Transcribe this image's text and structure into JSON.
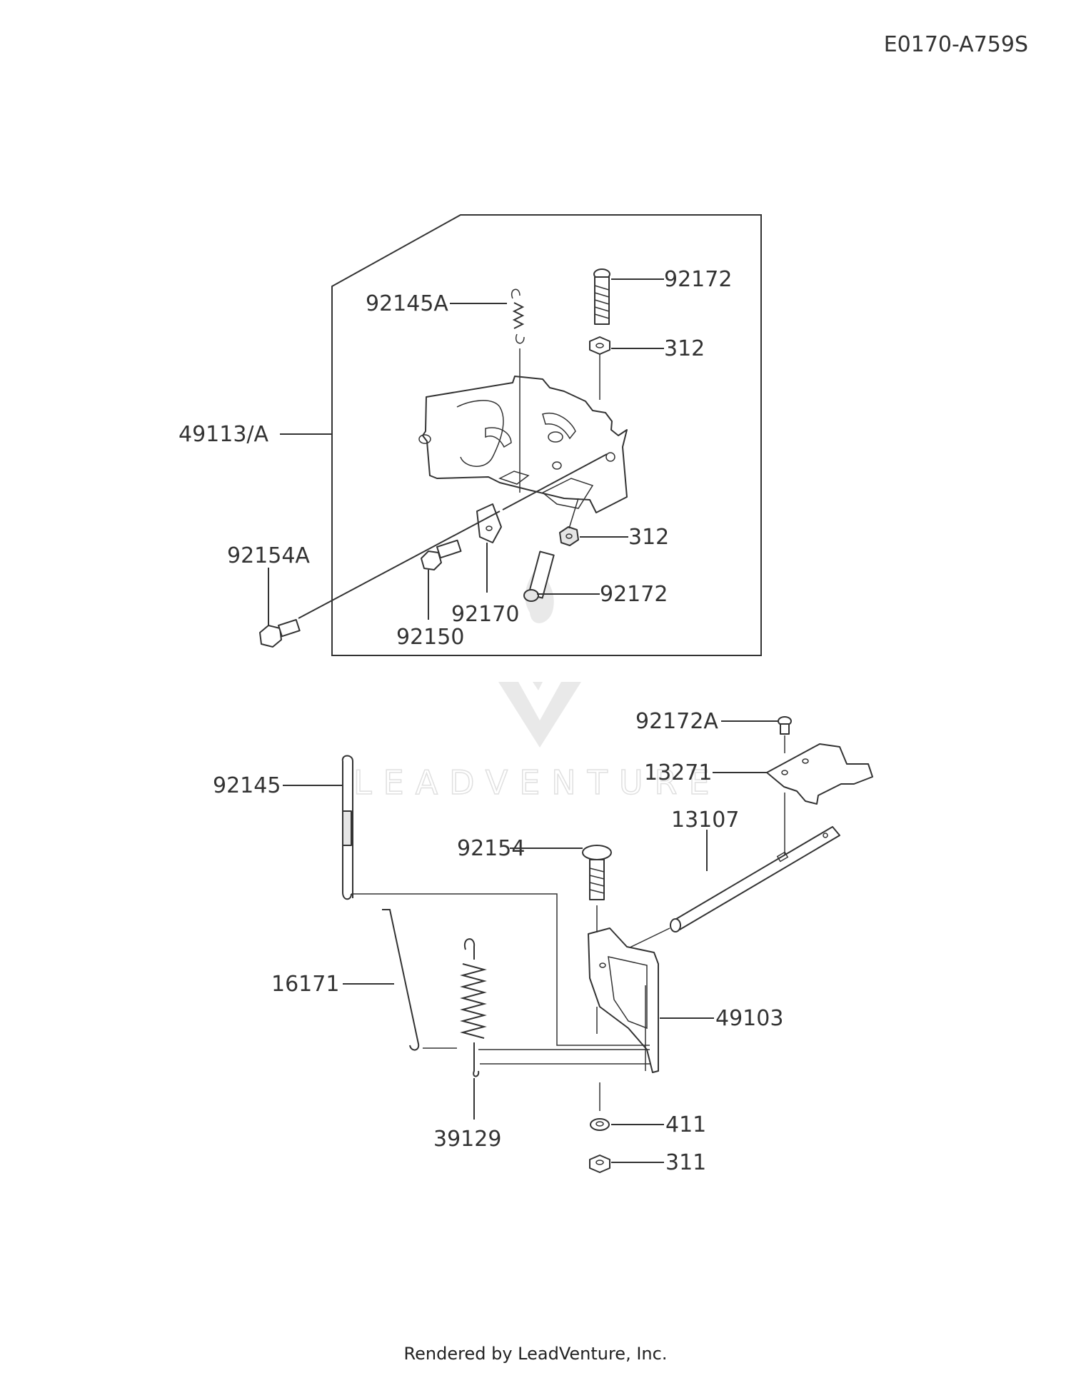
{
  "diagram_code": "E0170-A759S",
  "watermark": "LEADVENTURE",
  "footer": "Rendered by LeadVenture, Inc.",
  "parts": {
    "p92172_top": "92172",
    "p92145A": "92145A",
    "p312_top": "312",
    "p49113A": "49113/A",
    "p92154A": "92154A",
    "p312_bottom": "312",
    "p92172_bottom": "92172",
    "p92170": "92170",
    "p92150": "92150",
    "p92172A": "92172A",
    "p13271": "13271",
    "p92145": "92145",
    "p13107": "13107",
    "p92154": "92154",
    "p16171": "16171",
    "p49103": "49103",
    "p39129": "39129",
    "p411": "411",
    "p311": "311"
  }
}
